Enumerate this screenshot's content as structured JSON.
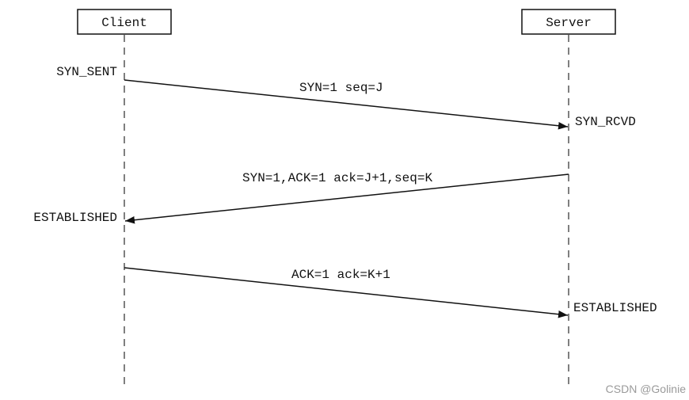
{
  "participants": {
    "client": "Client",
    "server": "Server"
  },
  "states": {
    "client_syn_sent": "SYN_SENT",
    "server_syn_rcvd": "SYN_RCVD",
    "client_established": "ESTABLISHED",
    "server_established": "ESTABLISHED"
  },
  "messages": {
    "syn": "SYN=1 seq=J",
    "syn_ack": "SYN=1,ACK=1 ack=J+1,seq=K",
    "ack": "ACK=1 ack=K+1"
  },
  "watermark": "CSDN @Golinie",
  "colors": {
    "line": "#111111",
    "lifeline": "#555555",
    "watermark": "#9a9a9a"
  }
}
